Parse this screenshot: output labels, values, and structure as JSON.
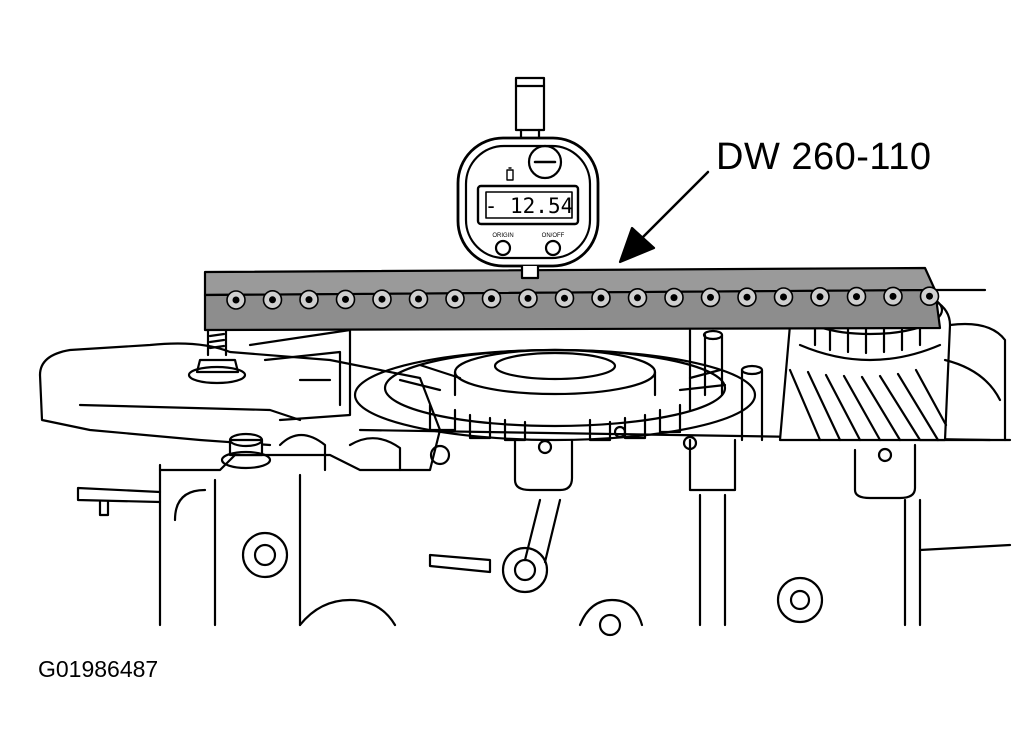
{
  "diagram": {
    "tool_label": "DW 260-110",
    "figure_id": "G01986487",
    "dial_indicator": {
      "reading": "- 12.54",
      "button_left": "ORIGIN",
      "button_right": "ON/OFF"
    }
  }
}
